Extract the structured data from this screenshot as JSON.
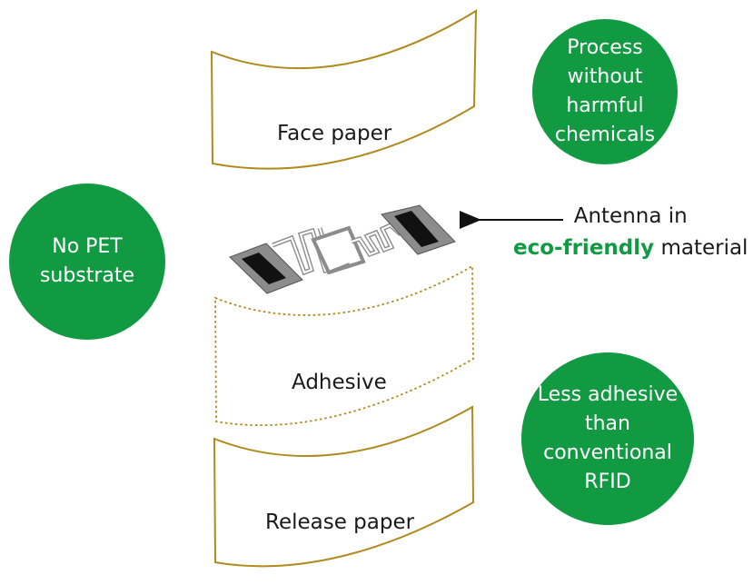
{
  "layers": {
    "face": "Face paper",
    "adhesive": "Adhesive",
    "release": "Release paper"
  },
  "bubbles": {
    "process": "Process\nwithout\nharmful\nchemicals",
    "no_pet": "No PET\nsubstrate",
    "less_adhesive": "Less adhesive\nthan\nconventional\nRFID"
  },
  "antenna_callout": {
    "line1": "Antenna in",
    "highlight": "eco-friendly",
    "rest": " material"
  },
  "colors": {
    "green": "#129a42",
    "gold": "#b08a1c",
    "antenna_gray": "#8c8c8c",
    "pad_black": "#111111",
    "text": "#1a1a1a"
  }
}
